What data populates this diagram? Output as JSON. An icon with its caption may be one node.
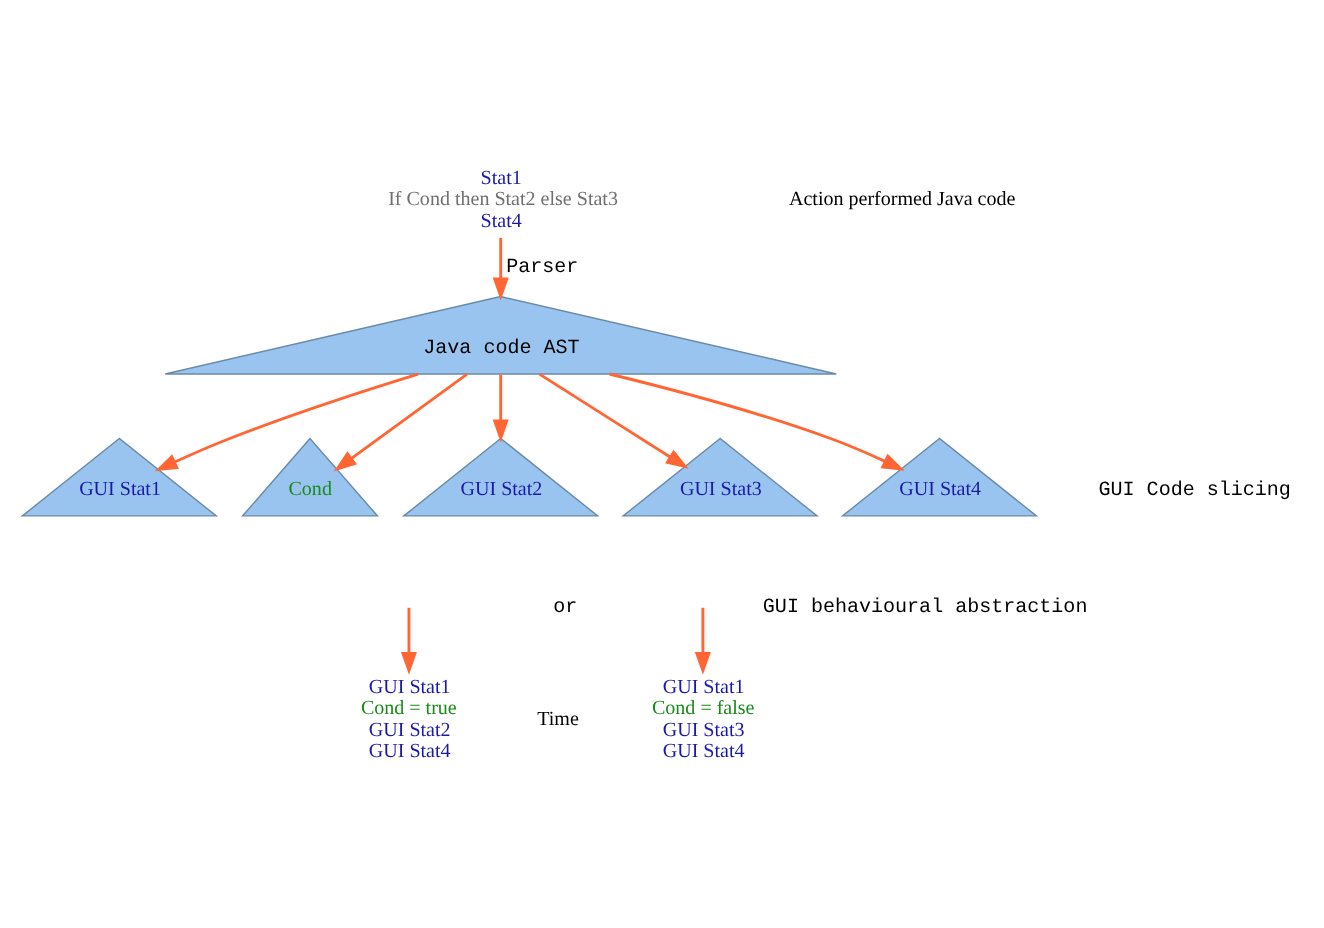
{
  "diagram": {
    "nodes": [
      {
        "text": [
          "Stat1",
          "If Cond then Stat2 else Stat3",
          "Stat4"
        ]
      },
      {
        "text": [
          "Java code AST"
        ]
      },
      {
        "text": [
          "GUI Stat1"
        ]
      },
      {
        "text": [
          "Cond"
        ]
      },
      {
        "text": [
          "GUI Stat2"
        ]
      },
      {
        "text": [
          "GUI Stat3"
        ]
      },
      {
        "text": [
          "GUI Stat4"
        ]
      },
      {
        "text": [
          "GUI Stat1",
          "Cond = true",
          "GUI Stat2",
          "GUI Stat4"
        ]
      },
      {
        "text": [
          "GUI Stat1",
          "Cond = false",
          "GUI Stat3",
          "GUI Stat4"
        ]
      }
    ],
    "edges": [
      {
        "from": 0,
        "to": 1,
        "arrow": "to",
        "label": "Parser"
      },
      {
        "from": 1,
        "to": 2,
        "arrow": "to"
      },
      {
        "from": 1,
        "to": 3,
        "arrow": "to"
      },
      {
        "from": 1,
        "to": 4,
        "arrow": "to"
      },
      {
        "from": 1,
        "to": 5,
        "arrow": "to"
      },
      {
        "from": 1,
        "to": 6,
        "arrow": "to"
      },
      {
        "from": null,
        "to": 7,
        "arrow": "to"
      },
      {
        "from": null,
        "to": 8,
        "arrow": "to"
      }
    ],
    "labels": [
      "Action performed Java code",
      "GUI Code slicing",
      "or",
      "GUI behavioural abstraction",
      "Time"
    ]
  }
}
